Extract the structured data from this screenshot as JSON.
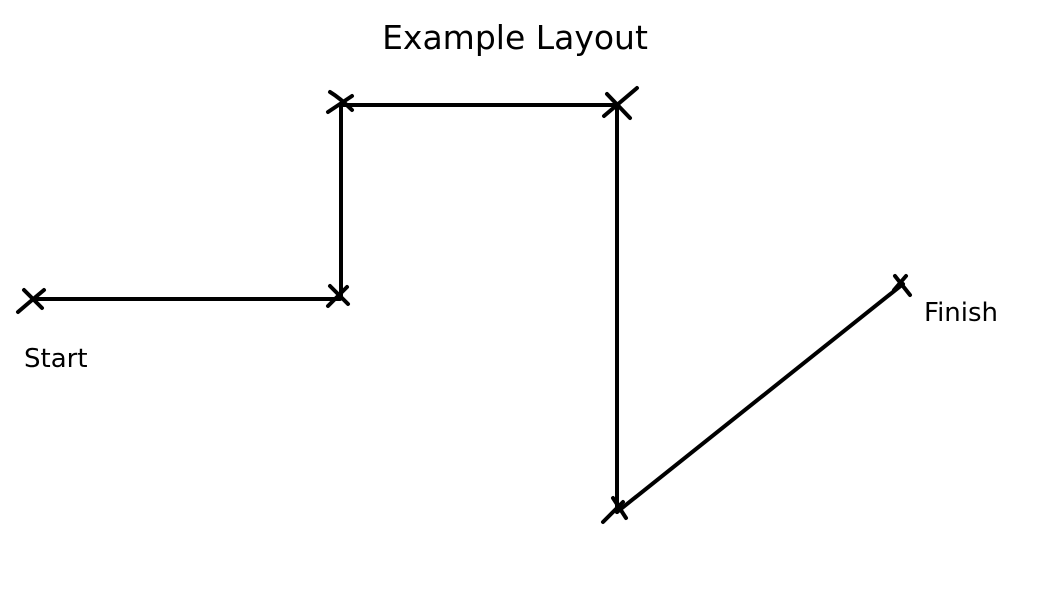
{
  "diagram": {
    "title": "Example Layout",
    "start_label": "Start",
    "finish_label": "Finish",
    "line_color": "#000000",
    "background_color": "#ffffff",
    "segments": [
      "start-to-turn-1",
      "turn-1-to-turn-2",
      "turn-2-to-turn-3",
      "turn-3-to-turn-4",
      "turn-4-to-finish"
    ]
  }
}
